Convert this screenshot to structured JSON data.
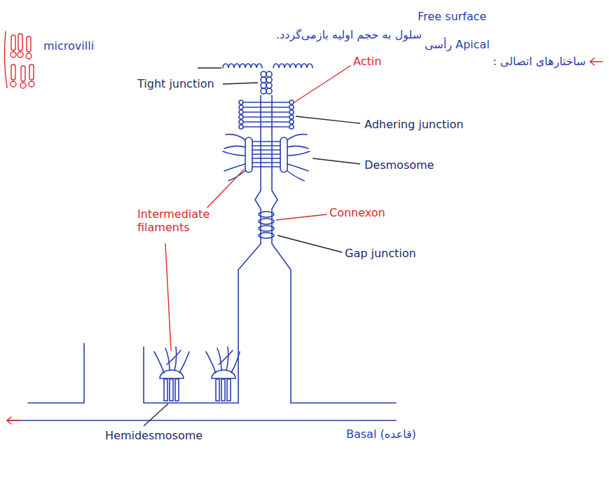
{
  "diagram": {
    "labels": [
      "Free surface",
      "سلول به حجم اولیه بازمی‌گردد.",
      "رأسی",
      "Apical",
      "microvilli",
      "Tight junction",
      "Actin",
      "ساختارهای اتصالی :",
      "Adhering junction",
      "Desmosome",
      "Connexon",
      "Intermediate filaments",
      "Gap junction",
      "Basal (قاعده)",
      "Hemidesmosome"
    ]
  }
}
